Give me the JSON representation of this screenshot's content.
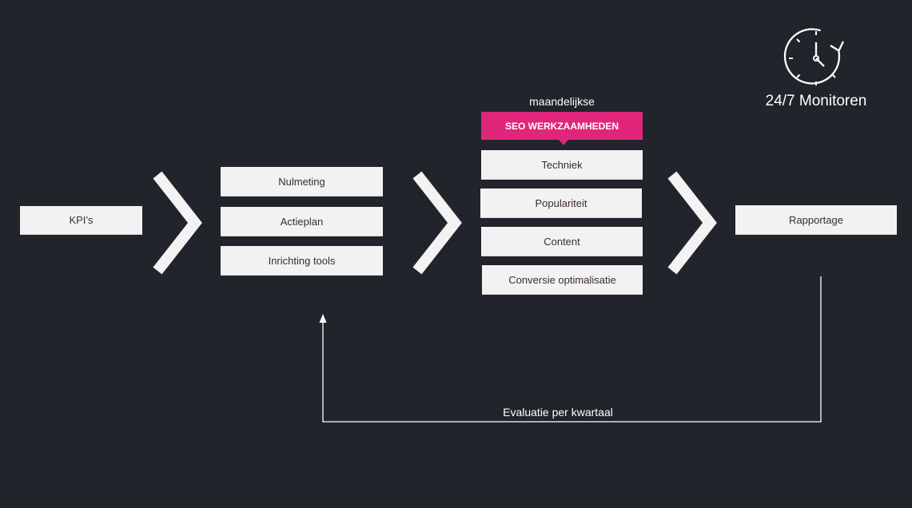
{
  "stage1": {
    "kpi": "KPI’s"
  },
  "stage2": {
    "items": [
      "Nulmeting",
      "Actieplan",
      "Inrichting tools"
    ]
  },
  "stage3": {
    "caption": "maandelijkse",
    "header": "SEO WERKZAAMHEDEN",
    "items": [
      "Techniek",
      "Populariteit",
      "Content",
      "Conversie optimalisatie"
    ]
  },
  "stage4": {
    "report": "Rapportage"
  },
  "monitor": {
    "label": "24/7 Monitoren",
    "icon": "clock-refresh-icon"
  },
  "feedback": {
    "label": "Evaluatie per kwartaal"
  },
  "colors": {
    "background": "#21242b",
    "box": "#f2f2f2",
    "accent": "#e0267a",
    "text": "#3a2a3a"
  }
}
